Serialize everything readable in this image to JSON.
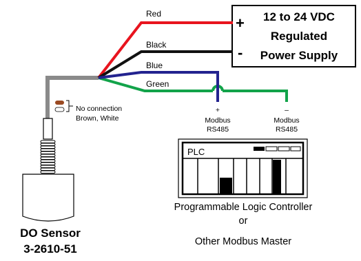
{
  "wires": {
    "red": "Red",
    "black": "Black",
    "blue": "Blue",
    "green": "Green"
  },
  "colors": {
    "red": "#e8141e",
    "black": "#111111",
    "blue": "#23238f",
    "green": "#12a34a",
    "cable": "#8a8a8a",
    "brown": "#9a4a22"
  },
  "power_supply": {
    "plus": "+",
    "minus": "-",
    "line1": "12 to 24 VDC",
    "line2": "Regulated",
    "line3": "Power Supply"
  },
  "no_connection": {
    "line1": "No connection",
    "line2": "Brown, White"
  },
  "modbus_plus": {
    "sign": "+",
    "line1": "Modbus",
    "line2": "RS485"
  },
  "modbus_minus": {
    "sign": "–",
    "line1": "Modbus",
    "line2": "RS485"
  },
  "plc": {
    "label": "PLC",
    "caption1": "Programmable Logic Controller",
    "caption2": "or",
    "caption3": "Other Modbus Master"
  },
  "sensor": {
    "line1": "DO Sensor",
    "line2": "3-2610-51"
  }
}
